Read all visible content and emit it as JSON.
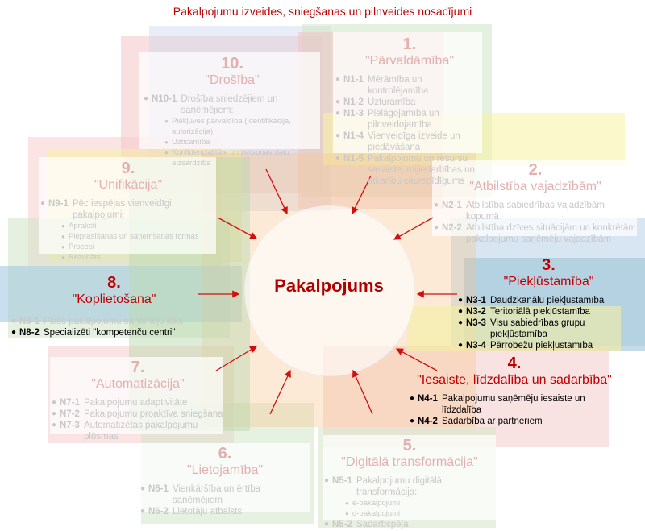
{
  "title": "Pakalpojumu izveides, sniegšanas un pilnveides nosacījumi",
  "center": "Pakalpojums",
  "colors": {
    "title": "#c00000",
    "center_text": "#b00000",
    "arrow": "#d01010",
    "faded_text": "#c8c8c8",
    "faded_heading": "#e3b0b0",
    "bright_heading": "#c00000"
  },
  "blocks": [
    {
      "id": "b1",
      "number": "1.",
      "title": "\"Pārvaldāmība\"",
      "highlighted": false,
      "items": [
        {
          "code": "N1-1",
          "text": "Mērāmība un kontrolējamība"
        },
        {
          "code": "N1-2",
          "text": "Uzturamība"
        },
        {
          "code": "N1-3",
          "text": "Pielāgojamība un pilnveidojamība"
        },
        {
          "code": "N1-4",
          "text": "Vienveidīga izveide un piedāvāšana"
        },
        {
          "code": "N1-5",
          "text": "Pakalpojumu un resursu sasaiste, mijiedarbības un atkarību caurspīdīgums"
        }
      ]
    },
    {
      "id": "b2",
      "number": "2.",
      "title": "\"Atbilstība vajadzībām\"",
      "highlighted": false,
      "items": [
        {
          "code": "N2-1",
          "text": "Atbilstība sabiedrības vajadzībām kopumā"
        },
        {
          "code": "N2-2",
          "text": "Atbilstība dzīves situācijām un konkrētām pakalpojumu saņēmēju vajadzībām"
        }
      ]
    },
    {
      "id": "b3",
      "number": "3.",
      "title": "\"Piekļūstamība\"",
      "highlighted": true,
      "items": [
        {
          "code": "N3-1",
          "text": "Daudzkanālu piekļūstamība"
        },
        {
          "code": "N3-2",
          "text": "Teritoriālā piekļūstamība"
        },
        {
          "code": "N3-3",
          "text": "Visu sabiedrības grupu piekļūstamība"
        },
        {
          "code": "N3-4",
          "text": "Pārrobežu piekļūstamība"
        }
      ]
    },
    {
      "id": "b4",
      "number": "4.",
      "title": "\"Iesaiste, līdzdalība un sadarbība\"",
      "highlighted": true,
      "items": [
        {
          "code": "N4-1",
          "text": "Pakalpojumu saņēmēju iesaiste un līdzdalība"
        },
        {
          "code": "N4-2",
          "text": "Sadarbība ar partneriem"
        }
      ]
    },
    {
      "id": "b5",
      "number": "5.",
      "title": "\"Digitālā transformācija\"",
      "highlighted": false,
      "items": [
        {
          "code": "N5-1",
          "text": "Pakalpojumu digitālā transformācija:",
          "subs": [
            "e-pakalpojumi",
            "d-pakalpojumi"
          ]
        },
        {
          "code": "N5-2",
          "text": "Sadarbspēja"
        }
      ]
    },
    {
      "id": "b6",
      "number": "6.",
      "title": "\"Lietojamība\"",
      "highlighted": false,
      "items": [
        {
          "code": "N6-1",
          "text": "Vienkāršība un ērtība saņēmējiem"
        },
        {
          "code": "N6-2",
          "text": "Lietotāju atbalsts"
        }
      ]
    },
    {
      "id": "b7",
      "number": "7.",
      "title": "\"Automatizācija\"",
      "highlighted": false,
      "items": [
        {
          "code": "N7-1",
          "text": "Pakalpojumu adaptivitāte"
        },
        {
          "code": "N7-2",
          "text": "Pakalpojumu proaktīva sniegšana"
        },
        {
          "code": "N7-3",
          "text": "Automatizētas pakalpojumu plūsmas"
        }
      ]
    },
    {
      "id": "b8",
      "number": "8.",
      "title": "\"Koplietošana\"",
      "highlighted": false,
      "items": [
        {
          "code": "N8-1",
          "text": "Plašs pakalpojumu saņēmēju loks"
        },
        {
          "code": "N8-2",
          "text": "Specializēti \"kompetenču centri\"",
          "bright": true
        }
      ]
    },
    {
      "id": "b9",
      "number": "9.",
      "title": "\"Unifikācija\"",
      "highlighted": false,
      "items": [
        {
          "code": "N9-1",
          "text": "Pēc iespējas vienveidīgi pakalpojumi:",
          "subs": [
            "Apraksti",
            "Pieprasīšanas un saņemšanas formas",
            "Procesi",
            "Rezultāts"
          ]
        }
      ]
    },
    {
      "id": "b10",
      "number": "10.",
      "title": "\"Drošība\"",
      "highlighted": false,
      "items": [
        {
          "code": "N10-1",
          "text": "Drošība sniedzējiem un saņēmējiem:",
          "subs": [
            "Piekļuves pārvaldība (identifikācija, autorizācija)",
            "Uzticamība",
            "Konfidencialitāte un personas datu aizsardzība"
          ]
        }
      ]
    }
  ]
}
